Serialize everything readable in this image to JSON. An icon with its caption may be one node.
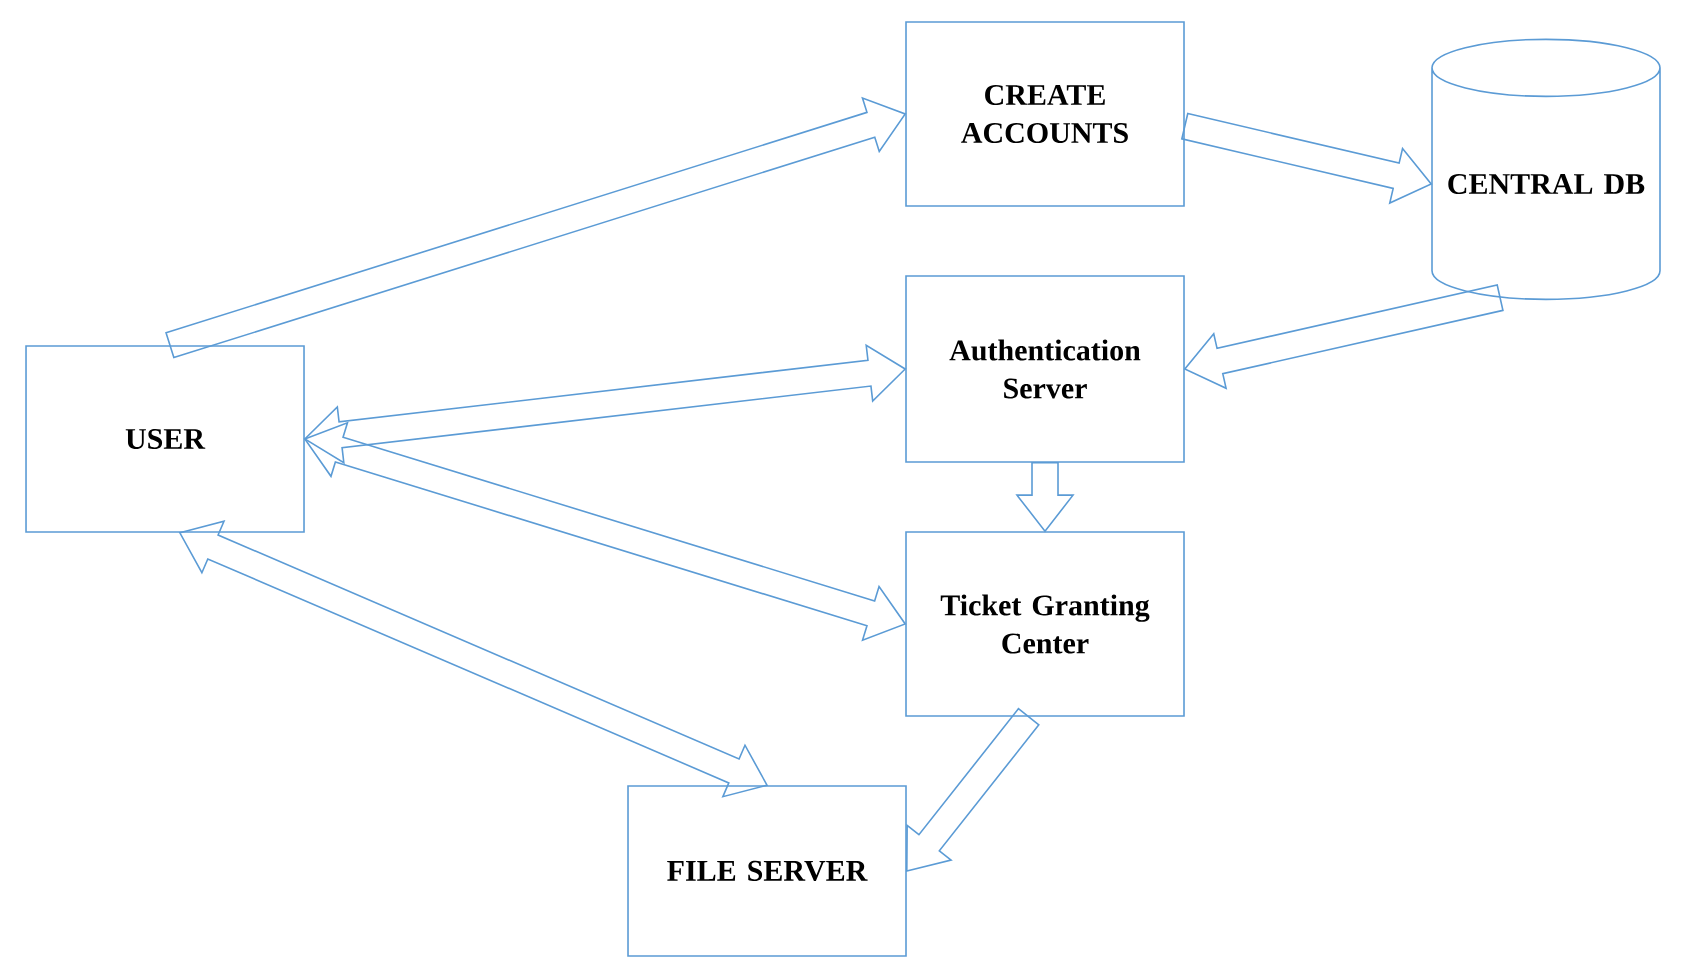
{
  "diagram": {
    "nodes": [
      {
        "text": [
          "USER"
        ]
      },
      {
        "text": [
          "CREATE ACCOUNTS"
        ]
      },
      {
        "text": [
          "CENTRAL DB"
        ]
      },
      {
        "text": [
          "Authentication Server"
        ]
      },
      {
        "text": [
          "Ticket Granting Center"
        ]
      },
      {
        "text": [
          "FILE SERVER"
        ]
      }
    ],
    "edges": [
      {
        "from": 0,
        "to": 1,
        "arrow": "to"
      },
      {
        "from": 1,
        "to": 2,
        "arrow": "to"
      },
      {
        "from": 2,
        "to": 3,
        "arrow": "to"
      },
      {
        "from": 0,
        "to": 3,
        "arrow": "both"
      },
      {
        "from": 0,
        "to": 4,
        "arrow": "both"
      },
      {
        "from": 3,
        "to": 4,
        "arrow": "to"
      },
      {
        "from": 4,
        "to": 5,
        "arrow": "to"
      },
      {
        "from": 0,
        "to": 5,
        "arrow": "both"
      }
    ]
  }
}
